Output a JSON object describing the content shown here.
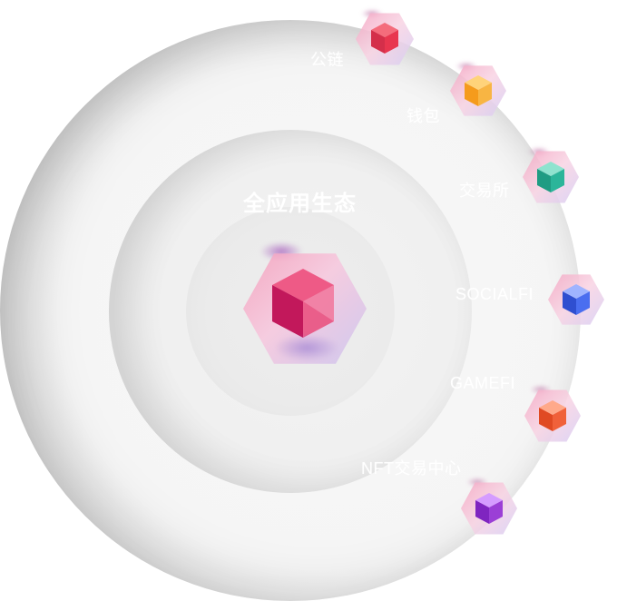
{
  "center": {
    "title": "全应用生态",
    "icon": "cube-icon",
    "color": "#e0245e"
  },
  "nodes": [
    {
      "label": "公链",
      "icon": "cube-icon",
      "color": "#e8364f"
    },
    {
      "label": "钱包",
      "icon": "cube-icon",
      "color": "#f5a623"
    },
    {
      "label": "交易所",
      "icon": "cube-icon",
      "color": "#2bb59a"
    },
    {
      "label": "SOCIALFI",
      "icon": "cube-icon",
      "color": "#3f63e0"
    },
    {
      "label": "GAMEFI",
      "icon": "cube-icon",
      "color": "#f0613a"
    },
    {
      "label": "NFT交易中心",
      "icon": "cube-icon",
      "color": "#9b3fd6"
    }
  ]
}
